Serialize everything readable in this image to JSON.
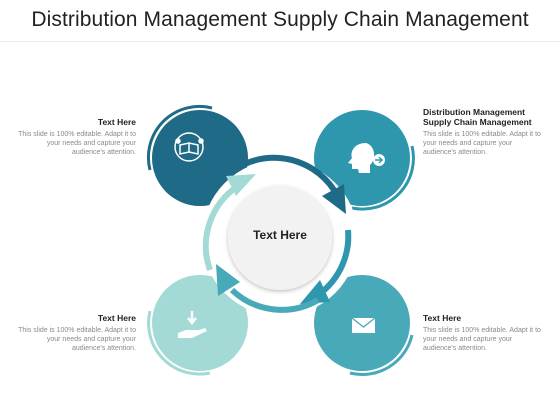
{
  "title": "Distribution Management Supply Chain Management",
  "center_label": "Text Here",
  "blocks": [
    {
      "heading": "Text Here",
      "body": "This slide is 100% editable. Adapt it to your needs and capture your audience's attention.",
      "icon": "book-people-icon",
      "color": "#1f6a86"
    },
    {
      "heading": "Distribution Management Supply Chain Management",
      "body": "This slide is 100% editable. Adapt it to your needs and capture your audience's attention.",
      "icon": "head-arrow-icon",
      "color": "#2f97ad"
    },
    {
      "heading": "Text Here",
      "body": "This slide is 100% editable. Adapt it to your needs and capture your audience's attention.",
      "icon": "hand-download-icon",
      "color": "#a3dad5"
    },
    {
      "heading": "Text Here",
      "body": "This slide is 100% editable. Adapt it to your needs and capture your audience's attention.",
      "icon": "envelope-icon",
      "color": "#48a9b8"
    }
  ]
}
